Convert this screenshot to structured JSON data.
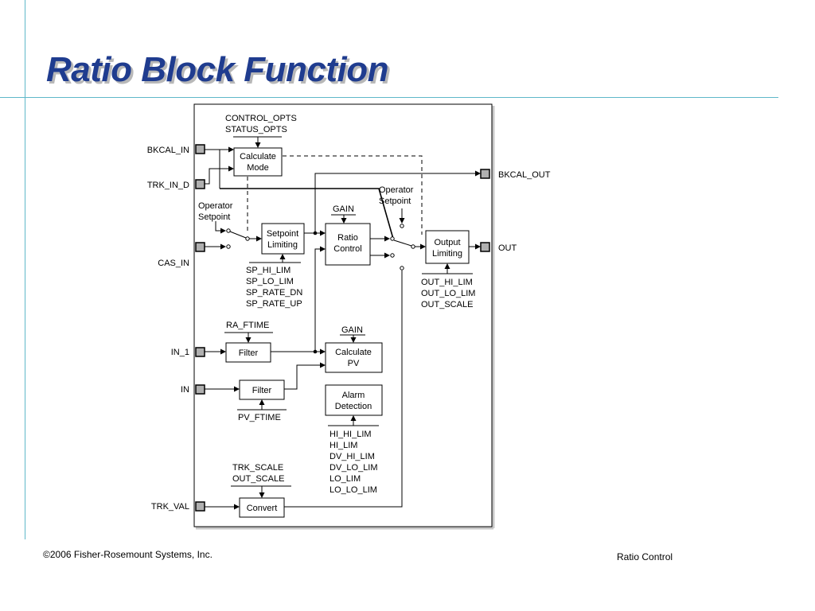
{
  "slide": {
    "title": "Ratio Block Function",
    "footer_left": "©2006 Fisher-Rosemount Systems, Inc.",
    "footer_right": "Ratio Control"
  },
  "diagram": {
    "inputs": {
      "bkcal_in": "BKCAL_IN",
      "trk_in_d": "TRK_IN_D",
      "cas_in": "CAS_IN",
      "in_1": "IN_1",
      "in": "IN",
      "trk_val": "TRK_VAL"
    },
    "outputs": {
      "bkcal_out": "BKCAL_OUT",
      "out": "OUT"
    },
    "blocks": {
      "calculate_mode": [
        "Calculate",
        "Mode"
      ],
      "setpoint_limiting": [
        "Setpoint",
        "Limiting"
      ],
      "ratio_control": [
        "Ratio",
        "Control"
      ],
      "output_limiting": [
        "Output",
        "Limiting"
      ],
      "filter_in1": "Filter",
      "filter_in": "Filter",
      "calculate_pv": [
        "Calculate",
        "PV"
      ],
      "alarm_detection": [
        "Alarm",
        "Detection"
      ],
      "convert": "Convert"
    },
    "params": {
      "mode_opts": [
        "CONTROL_OPTS",
        "STATUS_OPTS"
      ],
      "operator_setpoint_left": [
        "Operator",
        "Setpoint"
      ],
      "operator_setpoint_right": [
        "Operator",
        "Setpoint"
      ],
      "gain_ratio": "GAIN",
      "sp_limits": [
        "SP_HI_LIM",
        "SP_LO_LIM",
        "SP_RATE_DN",
        "SP_RATE_UP"
      ],
      "out_limits": [
        "OUT_HI_LIM",
        "OUT_LO_LIM",
        "OUT_SCALE"
      ],
      "ra_ftime": "RA_FTIME",
      "gain_pv": "GAIN",
      "pv_ftime": "PV_FTIME",
      "alarm_limits": [
        "HI_HI_LIM",
        "HI_LIM",
        "DV_HI_LIM",
        "DV_LO_LIM",
        "LO_LIM",
        "LO_LO_LIM"
      ],
      "trk_scales": [
        "TRK_SCALE",
        "OUT_SCALE"
      ]
    }
  }
}
